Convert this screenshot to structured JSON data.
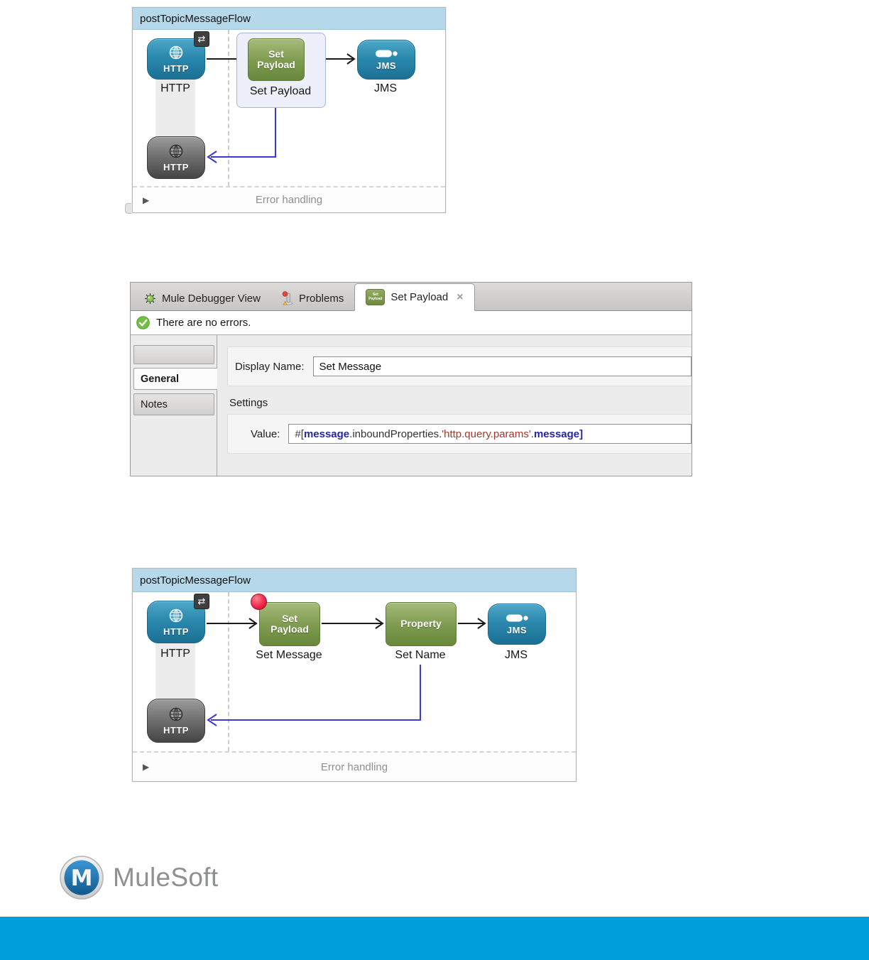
{
  "flows": [
    {
      "title": "postTopicMessageFlow",
      "nodes": {
        "http": {
          "icon_text": "HTTP",
          "label": "HTTP"
        },
        "set_payload": {
          "icon_text": "Set\nPayload",
          "label": "Set Payload"
        },
        "jms": {
          "icon_text": "JMS",
          "label": "JMS"
        },
        "http_response": {
          "icon_text": "HTTP"
        }
      },
      "error_handling_label": "Error handling"
    },
    {
      "title": "postTopicMessageFlow",
      "nodes": {
        "http": {
          "icon_text": "HTTP",
          "label": "HTTP"
        },
        "set_payload": {
          "icon_text": "Set\nPayload",
          "label": "Set Message"
        },
        "property": {
          "icon_text": "Property",
          "label": "Set Name"
        },
        "jms": {
          "icon_text": "JMS",
          "label": "JMS"
        },
        "http_response": {
          "icon_text": "HTTP"
        }
      },
      "error_handling_label": "Error handling"
    }
  ],
  "icons": {
    "sync_badge": "⇄",
    "expand_triangle": "▶",
    "close": "×"
  },
  "debugger_panel": {
    "tabs": [
      {
        "label": "Mule Debugger View"
      },
      {
        "label": "Problems"
      },
      {
        "label": "Set Payload",
        "icon_text": "Set\nPayload"
      }
    ],
    "status": "There are no errors.",
    "sidebar": [
      "General",
      "Notes"
    ],
    "form": {
      "display_name_label": "Display Name:",
      "display_name_value": "Set Message",
      "settings_label": "Settings",
      "value_label": "Value:",
      "value_parts": [
        {
          "text": "#["
        },
        {
          "text": "message"
        },
        {
          "text": ".inboundProperties."
        },
        {
          "text": "'http.query.params'"
        },
        {
          "text": "."
        },
        {
          "text": "message"
        },
        {
          "text": "]"
        }
      ]
    }
  },
  "branding": {
    "logo_letter": "M",
    "logo_text": "MuleSoft"
  },
  "colors": {
    "flow_header": "#b5d9eb",
    "node_blue": "#2b89ae",
    "node_green": "#7d9a4d",
    "node_gray": "#6f6f6f",
    "message_arrow_blue": "#3a3ace",
    "footer_blue": "#009edb",
    "expression_navy": "#2525a5",
    "expression_red": "#a2392c",
    "breakpoint_red": "#ef2147"
  }
}
